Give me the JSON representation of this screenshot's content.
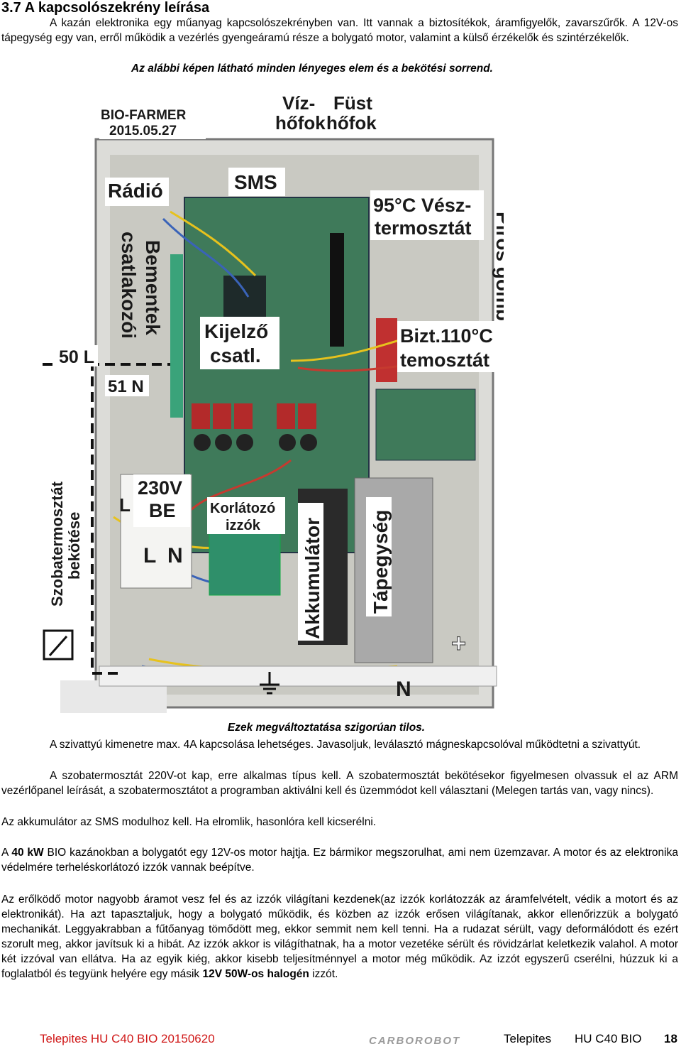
{
  "heading": "3.7 A kapcsolószekrény leírása",
  "intro": {
    "p1": "A kazán elektronika egy műanyag kapcsolószekrényben van. Itt vannak a biztosítékok, áramfigyelők, zavarszűrők. A 12V-os tápegység egy van, erről működik a vezérlés gyengeáramú része a bolygató motor, valamint a külső érzékelők és szintérzékelők.",
    "figure_caption": "Az alábbi képen látható minden lényeges elem és a bekötési sorrend."
  },
  "figure": {
    "labels": {
      "bio_farmer": "BIO-FARMER",
      "date": "2015.05.27",
      "viz": "Víz-",
      "hofok1": "hőfok",
      "fust": "Füst",
      "hofok2": "hőfok",
      "sms": "SMS",
      "radio": "Rádió",
      "vesz1": "95°C Vész-",
      "vesz2": "termosztát",
      "piros": "Piros gomb",
      "bemen1": "Bementek",
      "bemen2": "csatlakozói",
      "kijelzo1": "Kijelző",
      "kijelzo2": "csatl.",
      "bizt1": "Bizt.110°C",
      "bizt2": "temosztát",
      "l50": "50 L",
      "n51": "51 N",
      "v230": "230V",
      "be": "BE",
      "l": "L",
      "n": "N",
      "lower_l": "L",
      "korlat1": "Korlátozó",
      "korlat2": "izzók",
      "akku": "Akkumulátor",
      "tap": "Tápegység",
      "szoba1": "Szobatermosztát",
      "szoba2": "bekötése",
      "plus": "+",
      "bottom_n": "N"
    },
    "colors": {
      "board": "#3f7a5a",
      "wire_yellow": "#e7c21d",
      "wire_blue": "#3a63b8",
      "wire_red": "#c63a2f",
      "housing": "#dcdcd8"
    }
  },
  "body": {
    "warning": "Ezek megváltoztatása szigorúan tilos.",
    "p_pump": "A szivattyú kimenetre max. 4A kapcsolása lehetséges. Javasoljuk, leválasztó mágneskapcsolóval működtetni a szivattyút.",
    "p_thermo": "A szobatermosztát 220V-ot kap, erre alkalmas típus kell. A szobatermosztát bekötésekor figyelmesen olvassuk el az ARM vezérlőpanel leírását, a szobatermosztátot a programban aktiválni kell és üzemmódot kell választani (Melegen tartás van, vagy nincs).",
    "p_akku": "Az akkumulátor az SMS modulhoz kell.  Ha elromlik, hasonlóra kell kicserélni.",
    "p_motor_a": "A ",
    "p_motor_b": "40 kW",
    "p_motor_c": " BIO kazánokban a bolygatót egy 12V-os motor hajtja. Ez bármikor megszorulhat, ami nem üzemzavar. A motor és az elektronika védelmére terheléskorlátozó izzók vannak beépítve.",
    "p_long_a": "Az erőlködő motor nagyobb áramot vesz fel és az izzók világítani kezdenek(az izzók korlátozzák az áramfelvételt, védik a motort és az elektronikát). Ha azt tapasztaljuk, hogy a bolygató  működik, és közben az izzók erősen világítanak, akkor ellenőrizzük a bolygató mechanikát. Leggyakrabban a fűtőanyag tömődött meg, ekkor semmit nem kell tenni. Ha a rudazat sérült, vagy deformálódott és ezért szorult meg, akkor javítsuk ki a hibát. Az izzók akkor is világíthatnak, ha a motor vezetéke sérült és rövidzárlat keletkezik valahol. A motor két izzóval van ellátva. Ha az egyik kiég, akkor kisebb teljesítménnyel a motor még működik. Az izzót egyszerű cserélni, húzzuk ki a foglalatból és tegyünk helyére egy másik ",
    "p_long_b": "12V 50W-os halogén",
    "p_long_c": " izzót."
  },
  "footer": {
    "left": "Telepites HU C40 BIO 20150620",
    "brand": "CARBOROBOT",
    "right": "Telepites",
    "code": "HU C40 BIO",
    "page": "18"
  }
}
